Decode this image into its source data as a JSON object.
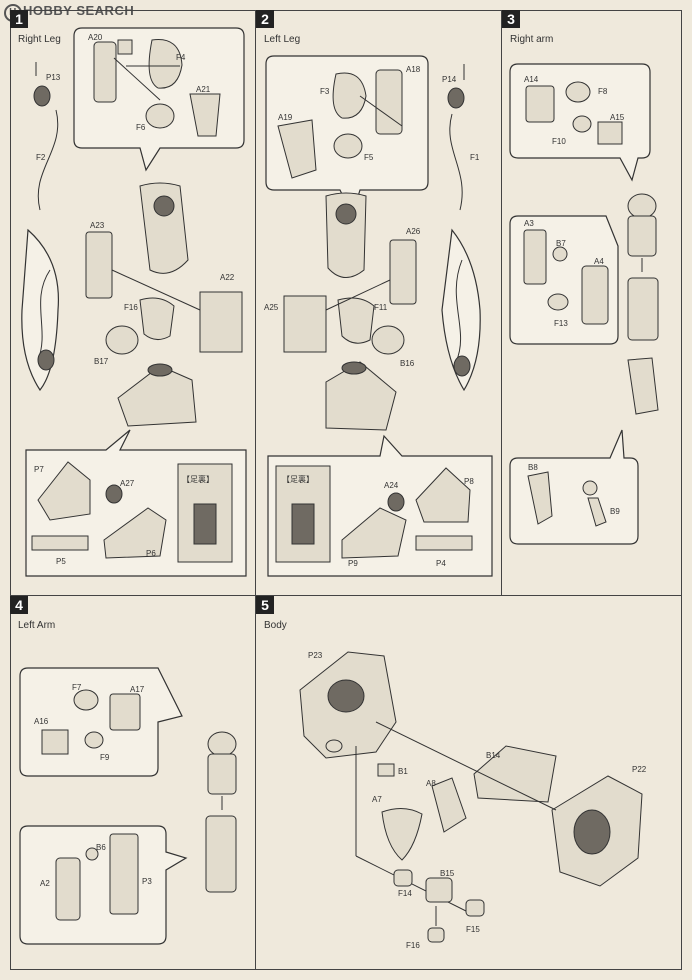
{
  "watermark": "HOBBY SEARCH",
  "steps": [
    {
      "num": "1",
      "title": "Right Leg"
    },
    {
      "num": "2",
      "title": "Left Leg"
    },
    {
      "num": "3",
      "title": "Right arm"
    },
    {
      "num": "4",
      "title": "Left Arm"
    },
    {
      "num": "5",
      "title": "Body"
    }
  ],
  "notes": {
    "sole_step1": "【足裏】",
    "sole_step2": "【足裏】"
  },
  "labels": {
    "s1": {
      "A20": "A20",
      "F4": "F4",
      "A21": "A21",
      "F6": "F6",
      "P13": "P13",
      "F2": "F2",
      "A23": "A23",
      "A22": "A22",
      "F16": "F16",
      "B17": "B17",
      "P7": "P7",
      "A27": "A27",
      "P5": "P5",
      "P6": "P6"
    },
    "s2": {
      "P14": "P14",
      "F3": "F3",
      "A18": "A18",
      "A19": "A19",
      "F5": "F5",
      "F1": "F1",
      "A26": "A26",
      "A25": "A25",
      "F11": "F11",
      "B16": "B16",
      "A24": "A24",
      "P8": "P8",
      "P9": "P9",
      "P4": "P4"
    },
    "s3": {
      "A14": "A14",
      "F8": "F8",
      "A15": "A15",
      "F10": "F10",
      "A3": "A3",
      "B7": "B7",
      "A4": "A4",
      "F13": "F13",
      "B8": "B8",
      "B9": "B9"
    },
    "s4": {
      "F7": "F7",
      "A17": "A17",
      "A16": "A16",
      "F9": "F9",
      "B6": "B6",
      "A2": "A2",
      "P3": "P3"
    },
    "s5": {
      "P23": "P23",
      "B1": "B1",
      "A8": "A8",
      "B14": "B14",
      "P22": "P22",
      "A7": "A7",
      "F14": "F14",
      "B15": "B15",
      "F15": "F15",
      "F16": "F16"
    }
  }
}
